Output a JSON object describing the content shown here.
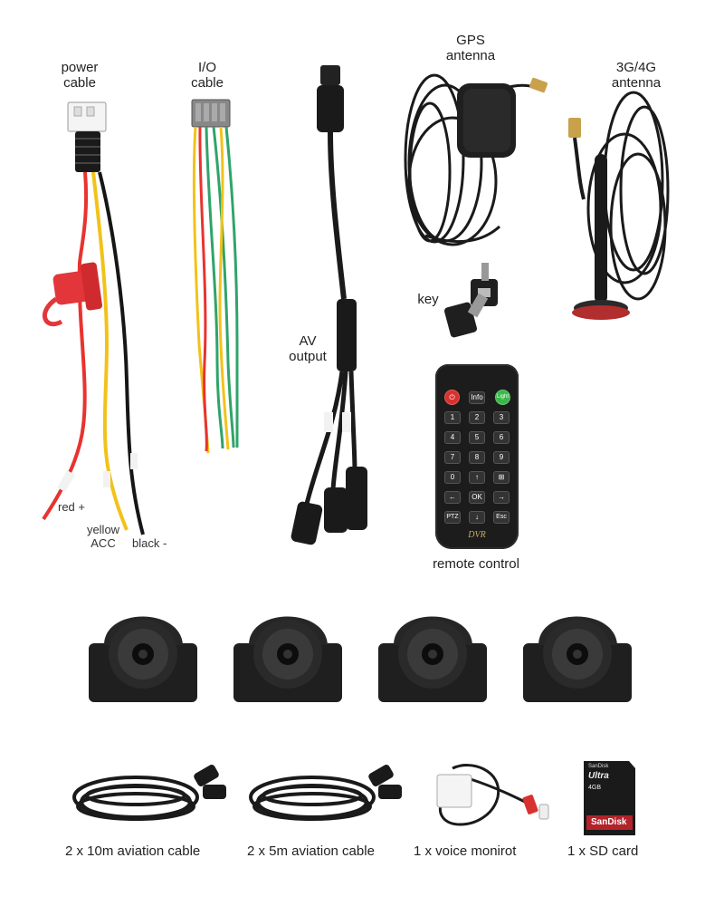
{
  "labels": {
    "power_cable": [
      "power",
      "cable"
    ],
    "io_cable": [
      "I/O",
      "cable"
    ],
    "gps_antenna": [
      "GPS",
      "antenna"
    ],
    "antenna_3g4g": [
      "3G/4G",
      "antenna"
    ],
    "key": "key",
    "av_output": [
      "AV",
      "output"
    ],
    "red": "red +",
    "yellow": [
      "yellow",
      "ACC"
    ],
    "black": "black -",
    "remote_control": "remote control"
  },
  "remote": {
    "brand": "DVR",
    "top_keys": [
      "⏻",
      "Info",
      "Light"
    ],
    "number_keys": [
      "1",
      "2",
      "3",
      "4",
      "5",
      "6",
      "7",
      "8",
      "9"
    ],
    "row_zero": [
      "0",
      "↑",
      "⊞"
    ],
    "row_ok": [
      "←",
      "OK",
      "→"
    ],
    "row_bottom": [
      "PTZ",
      "↓",
      "Esc"
    ]
  },
  "captions": {
    "cable_10m": "2 x 10m aviation cable",
    "cable_5m": "2 x 5m aviation cable",
    "voice_monitor": "1 x voice monirot",
    "sd_card": "1 x SD card"
  },
  "sd_card": {
    "top_text": "SanDisk",
    "product": "Ultra",
    "capacity": "4GB",
    "brand": "SanDisk"
  },
  "colors": {
    "red_wire": "#e8332f",
    "yellow_wire": "#f2c21b",
    "green_wire": "#2fa46a",
    "black_wire": "#161616",
    "fuse": "#e2363a",
    "power_green": "#3cb54a",
    "power_red": "#d7322e"
  }
}
